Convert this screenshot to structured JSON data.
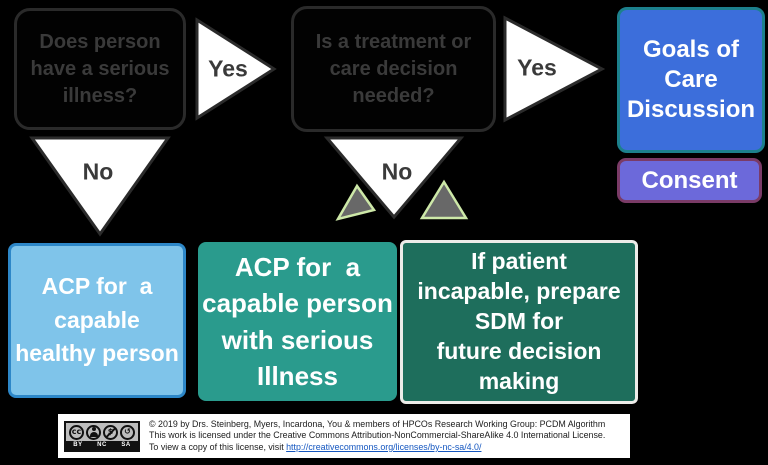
{
  "flowchart": {
    "question1": "Does person\nhave a serious\nillness?",
    "question2": "Is a treatment or\ncare decision\nneeded?",
    "yes1": "Yes",
    "yes2": "Yes",
    "no1": "No",
    "no2": "No",
    "goals": "Goals of\nCare\nDiscussion",
    "consent": "Consent",
    "acp_healthy": "ACP for  a\ncapable\nhealthy person",
    "acp_serious": "ACP for  a\ncapable person\nwith serious\nIllness",
    "sdm": "If patient\nincapable, prepare\nSDM for\nfuture decision\nmaking",
    "colors": {
      "goals_fill": "#3c6edb",
      "goals_border": "#1c808c",
      "consent_fill": "#6c69da",
      "consent_border": "#7a3b67",
      "acp_healthy_fill": "#7fc4ea",
      "acp_healthy_border": "#2d87c8",
      "acp_serious_fill": "#2a9b8d",
      "sdm_fill": "#1e6e5c",
      "triangle_fill": "#ffffff",
      "triangle_stroke": "#2b2b2b",
      "small_triangle_fill": "#686868",
      "small_triangle_stroke": "#cde8a8"
    }
  },
  "license": {
    "badge": {
      "cc_glyph": "cc",
      "labels": [
        "BY",
        "NC",
        "SA"
      ]
    },
    "line1": "© 2019 by Drs. Steinberg, Myers, Incardona, You & members of HPCOs Research Working Group: PCDM Algorithm",
    "line2": "This work is licensed under the Creative Commons Attribution-NonCommercial-ShareAlike 4.0 International License.",
    "line3_prefix": "To view a copy of this license, visit ",
    "link_text": "http://creativecommons.org/licenses/by-nc-sa/4.0/",
    "link_href": "http://creativecommons.org/licenses/by-nc-sa/4.0/"
  }
}
